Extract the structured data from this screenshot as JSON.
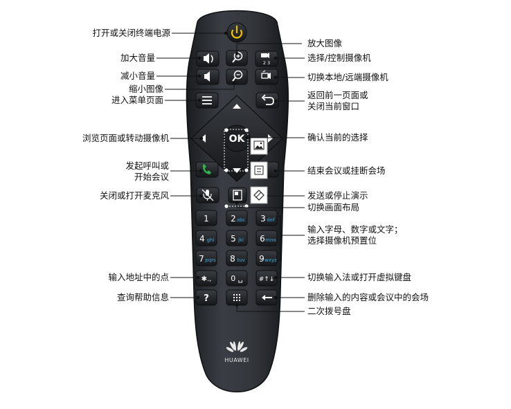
{
  "brand": {
    "name": "HUAWEI"
  },
  "colors": {
    "remote_body": "#2b2e33",
    "button_face": "#202327",
    "power_icon": "#f2c200",
    "call_icon": "#2fb14b",
    "key_accent": "#3fa9e0",
    "leader_line": "#111111"
  },
  "keys": {
    "ok": "OK",
    "d1": "1",
    "d2": "2",
    "d2s": "abc",
    "d3": "3",
    "d3s": "def",
    "d4": "4",
    "d4s": "ghi",
    "d5": "5",
    "d5s": "jkl",
    "d6": "6",
    "d6s": "mno",
    "d7": "7",
    "d7s": "pqrs",
    "d8": "8",
    "d8s": "tuv",
    "d9": "9",
    "d9s": "wxyz",
    "star": "✱.,",
    "zero": "0 ␣",
    "hash": "#↑↓",
    "help": "?"
  },
  "labels": {
    "power": "打开或关闭终端电源",
    "vol_up": "加大音量",
    "vol_down": "减小音量",
    "zoom_out": "缩小图像",
    "menu": "进入菜单页面",
    "nav": "浏览页面或转动摄像机",
    "call_1": "发起呼叫或",
    "call_2": "开始会议",
    "mic": "关闭或打开麦克风",
    "dot": "输入地址中的点",
    "help": "查询帮助信息",
    "zoom_in": "放大图像",
    "cam_ctrl": "选择/控制摄像机",
    "cam_switch": "切换本地/远端摄像机",
    "back_1": "返回前一页面或",
    "back_2": "关闭当前窗口",
    "ok": "确认当前的选择",
    "hangup": "结束会议或挂断会场",
    "present": "发送或停止演示",
    "layout": "切换画面布局",
    "digits_1": "输入字母、数字或文字；",
    "digits_2": "选择摄像机预置位",
    "input_method": "切换输入法或打开虚拟键盘",
    "delete": "删除输入的内容或会议中的会场",
    "dialpad": "二次拨号盘"
  }
}
